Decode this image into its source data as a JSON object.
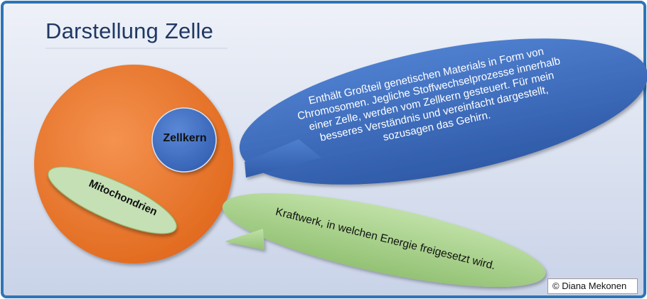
{
  "title": "Darstellung Zelle",
  "nucleus_label": "Zellkern",
  "mitochondria_label": "Mitochondrien",
  "nucleus_description": [
    "Enthält Großteil genetischen Materials in Form von",
    "Chromosomen. Jegliche Stoffwechselprozesse innerhalb",
    "einer Zelle, werden vom Zellkern gesteuert. Für mein",
    "besseres Verständnis und vereinfacht dargestellt,",
    "sozusagen das Gehirn."
  ],
  "mitochondria_description": "Kraftwerk, in welchen Energie freigesetzt wird.",
  "copyright": "© Diana Mekonen",
  "colors": {
    "title": "#1f3864",
    "cell": "#ed7d31",
    "nucleus": "#4472c4",
    "mitochondria": "#c5e0b4",
    "blue_bubble": "#4472c4",
    "green_bubble": "#a9d18e",
    "frame": "#2e75b6"
  }
}
